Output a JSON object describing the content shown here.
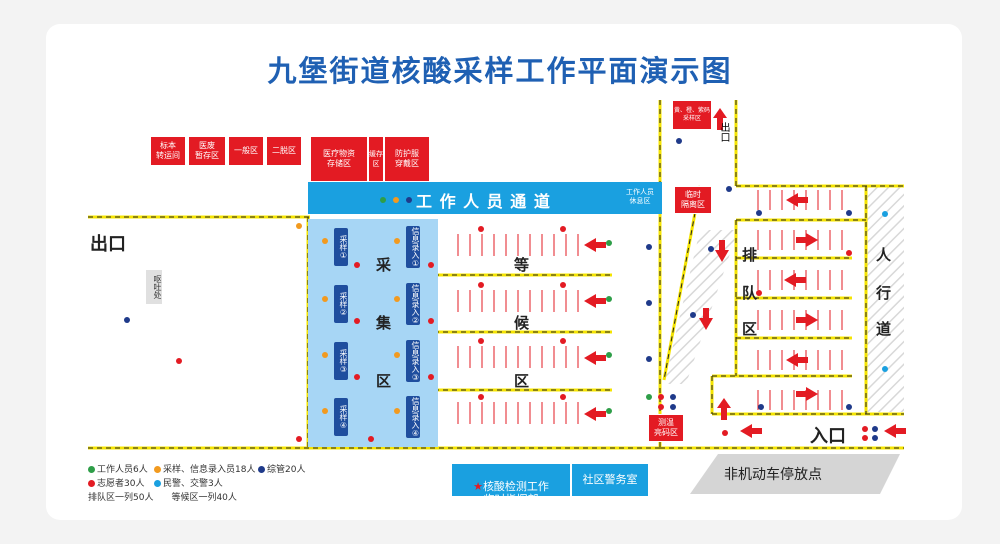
{
  "title": "九堡街道核酸采样工作平面演示图",
  "top_boxes": {
    "biaoben": "标本\n转运间",
    "yiliao": "医废\n暂存区",
    "yiban": "一般区",
    "erban": "二脱区",
    "wuzi": "医疗物资\n存储区",
    "huancun": "缓存区",
    "fanghu": "防护服\n穿戴区",
    "caiyang_top": "黄、橙、紫码\n采样区",
    "linshi": "临时\n隔离区",
    "cewen": "测温\n亮码区"
  },
  "channel": {
    "label": "工 作 人 员 通 道",
    "rest": "工作人员\n休息区"
  },
  "labels": {
    "exit": "出口",
    "exit_top": "出口",
    "vomit": "呕吐处",
    "entrance": "入口",
    "parking": "非机动车停放点",
    "sample_zone": [
      "采",
      "集",
      "区"
    ],
    "wait_zone": [
      "等",
      "候",
      "区"
    ],
    "queue_zone": [
      "排",
      "队",
      "区"
    ],
    "walkway": [
      "人",
      "行",
      "道"
    ]
  },
  "stations": {
    "sample": [
      "采样①",
      "采样②",
      "采样③",
      "采样④"
    ],
    "info": [
      "信息录入①",
      "信息录入②",
      "信息录入③",
      "信息录入④"
    ]
  },
  "command": {
    "label": "核酸检测工作\n临时指挥部",
    "police": "社区警务室"
  },
  "legend": {
    "staff": "工作人员6人",
    "sampler": "采样、信息录入员18人",
    "security": "综管20人",
    "volunteer": "志愿者30人",
    "police": "民警、交警3人",
    "note": "排队区一列50人　　等候区一列40人"
  },
  "colors": {
    "red": "#e31b23",
    "blue": "#1aa0e0",
    "navy": "#1f3a8a",
    "green": "#2e9e48",
    "orange": "#f29a1f",
    "yellow": "#f5e400",
    "title": "#1f60b3"
  }
}
